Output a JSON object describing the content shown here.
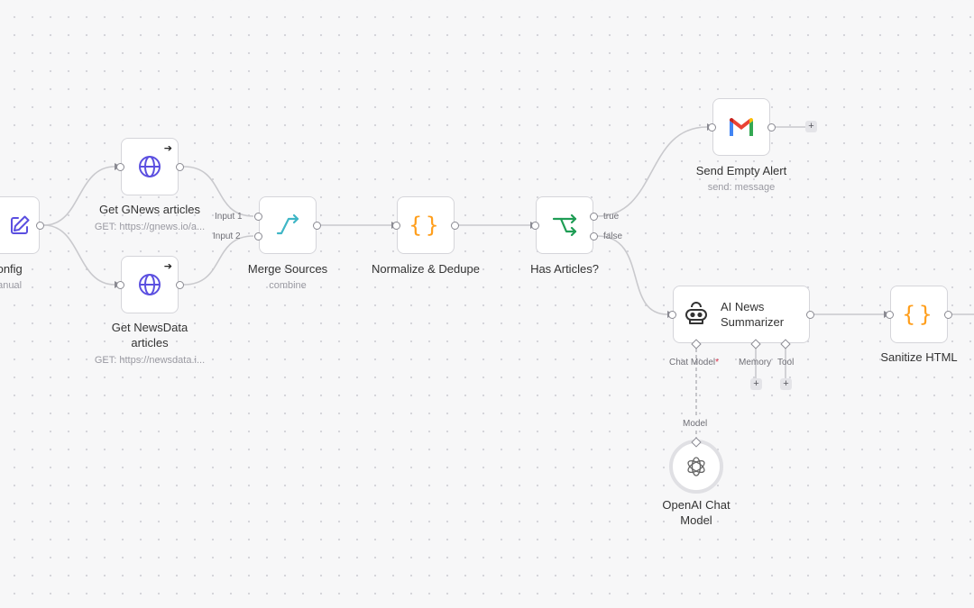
{
  "nodes": {
    "config": {
      "label": "Config",
      "subtitle": "Manual",
      "icon": "pencil-icon"
    },
    "gnews": {
      "label": "Get GNews articles",
      "subtitle": "GET: https://gnews.io/a...",
      "icon": "globe-icon"
    },
    "newsdata": {
      "label": "Get NewsData articles",
      "subtitle": "GET: https://newsdata.i...",
      "icon": "globe-icon"
    },
    "merge": {
      "label": "Merge Sources",
      "subtitle": "combine",
      "input1": "Input 1",
      "input2": "Input 2",
      "icon": "merge-icon"
    },
    "normalize": {
      "label": "Normalize & Dedupe",
      "icon": "code-braces-icon"
    },
    "has_articles": {
      "label": "Has Articles?",
      "true_label": "true",
      "false_label": "false",
      "icon": "branch-icon"
    },
    "send_alert": {
      "label": "Send Empty Alert",
      "subtitle": "send: message",
      "icon": "gmail-icon"
    },
    "summarizer": {
      "label": "AI News Summarizer",
      "icon": "robot-icon",
      "chat_model": "Chat Model",
      "required": "*",
      "memory": "Memory",
      "tool": "Tool"
    },
    "sanitize": {
      "label": "Sanitize HTML",
      "icon": "code-braces-icon"
    },
    "openai": {
      "label": "OpenAI Chat Model",
      "connector": "Model",
      "icon": "openai-icon"
    }
  },
  "add_button": "+",
  "colors": {
    "accent_purple": "#5b4fe0",
    "teal": "#3fb6c6",
    "orange": "#ff9e1b",
    "green": "#1f9d55",
    "wire": "#c8c8cc"
  }
}
